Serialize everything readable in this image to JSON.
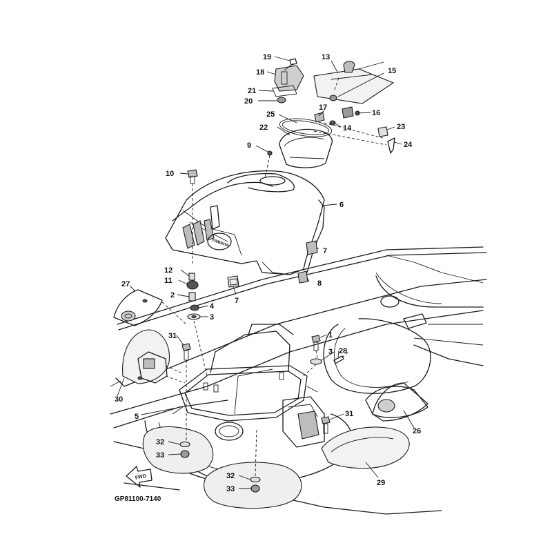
{
  "diagram": {
    "drawing_code": "GP81100-7140",
    "brand_mark": "YAMAHA",
    "direction_mark": "FWD",
    "callouts": [
      "19",
      "13",
      "18",
      "15",
      "21",
      "20",
      "17",
      "16",
      "25",
      "14",
      "23",
      "22",
      "24",
      "9",
      "10",
      "6",
      "7",
      "12",
      "11",
      "27",
      "2",
      "4",
      "3",
      "7",
      "8",
      "1",
      "3",
      "31",
      "28",
      "30",
      "5",
      "31",
      "26",
      "32",
      "33",
      "32",
      "33",
      "29"
    ]
  }
}
